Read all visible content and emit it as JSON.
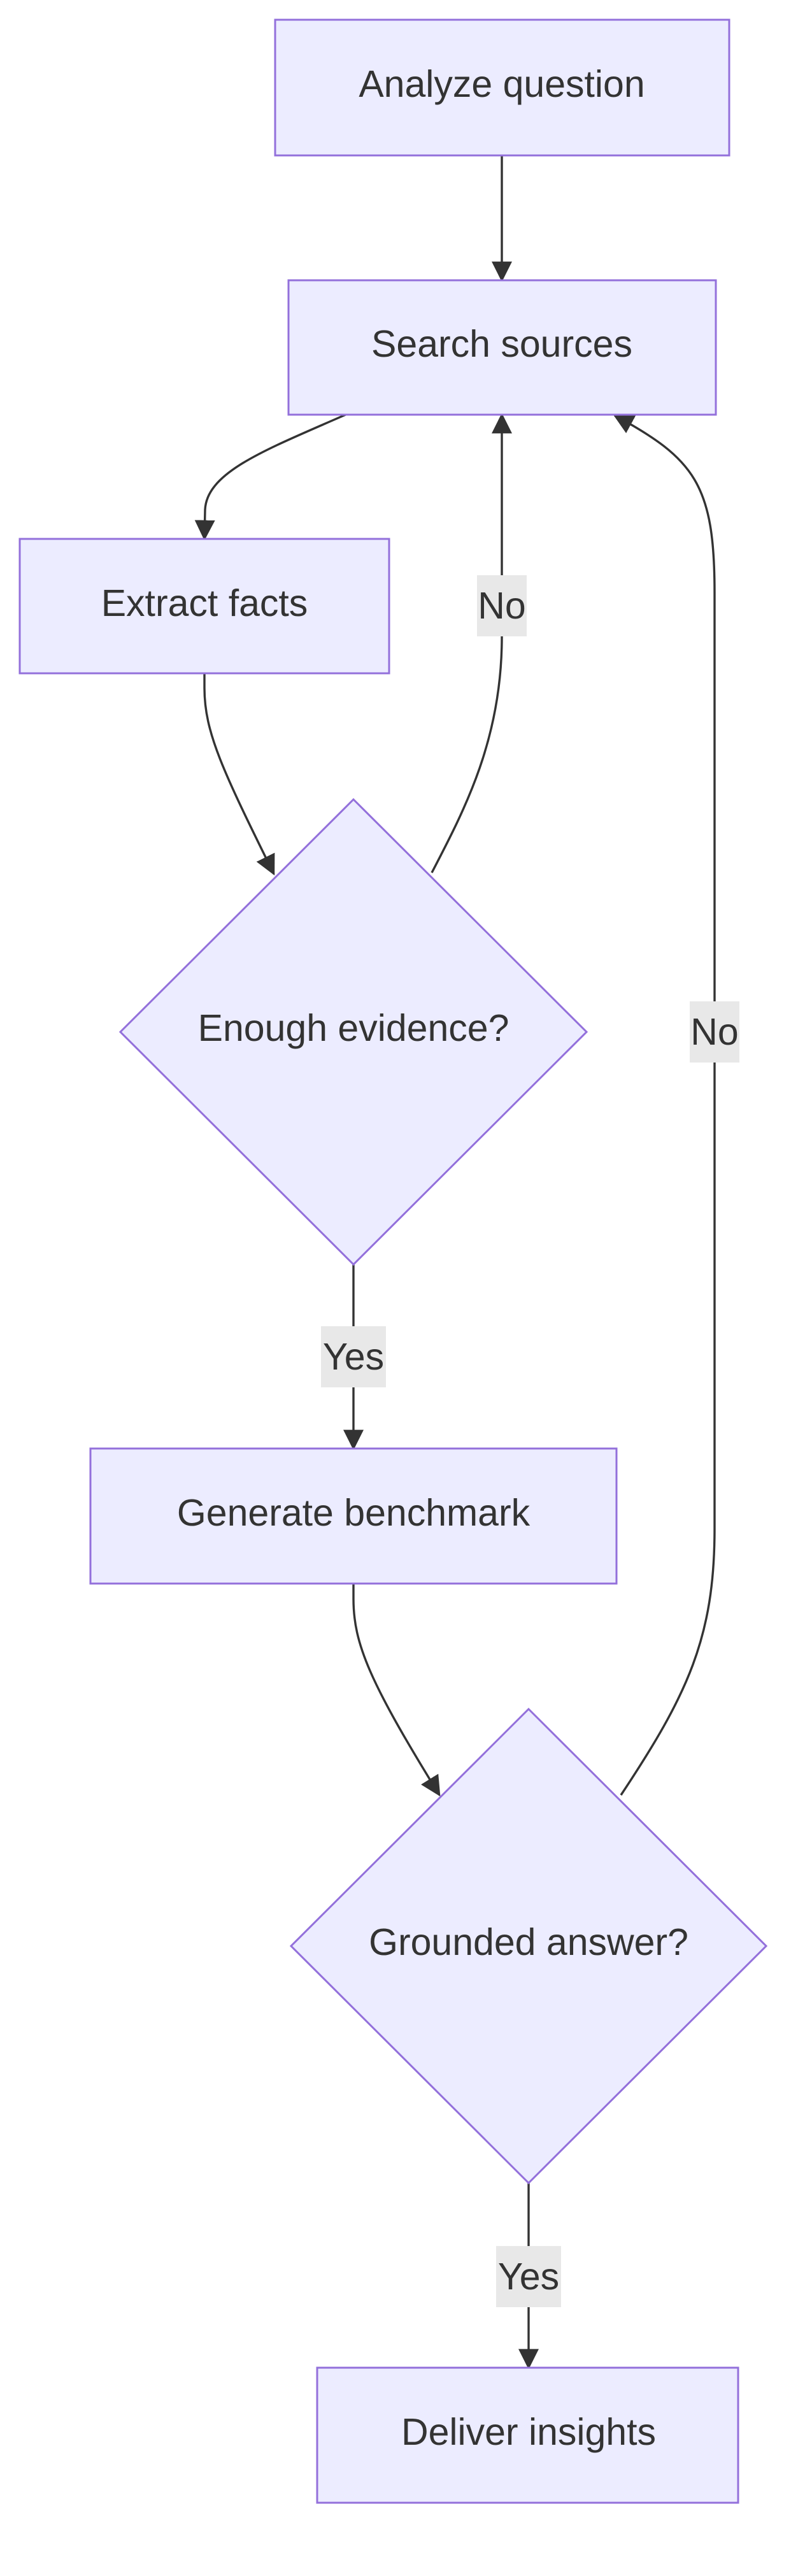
{
  "diagram": {
    "type": "flowchart",
    "colors": {
      "node_fill": "#ececff",
      "node_stroke": "#9370db",
      "edge": "#333333",
      "label_bg": "#e8e8e8",
      "text": "#333333"
    },
    "nodes": {
      "analyze": {
        "label": "Analyze question",
        "shape": "rect"
      },
      "search": {
        "label": "Search sources",
        "shape": "rect"
      },
      "extract": {
        "label": "Extract facts",
        "shape": "rect"
      },
      "enough": {
        "label": "Enough evidence?",
        "shape": "diamond"
      },
      "generate": {
        "label": "Generate benchmark",
        "shape": "rect"
      },
      "grounded": {
        "label": "Grounded answer?",
        "shape": "diamond"
      },
      "deliver": {
        "label": "Deliver insights",
        "shape": "rect"
      }
    },
    "edges": [
      {
        "from": "analyze",
        "to": "search",
        "label": ""
      },
      {
        "from": "search",
        "to": "extract",
        "label": ""
      },
      {
        "from": "extract",
        "to": "enough",
        "label": ""
      },
      {
        "from": "enough",
        "to": "search",
        "label": "No"
      },
      {
        "from": "enough",
        "to": "generate",
        "label": "Yes"
      },
      {
        "from": "generate",
        "to": "grounded",
        "label": ""
      },
      {
        "from": "grounded",
        "to": "search",
        "label": "No"
      },
      {
        "from": "grounded",
        "to": "deliver",
        "label": "Yes"
      }
    ],
    "edge_labels": {
      "enough_no": "No",
      "enough_yes": "Yes",
      "grounded_no": "No",
      "grounded_yes": "Yes"
    }
  }
}
